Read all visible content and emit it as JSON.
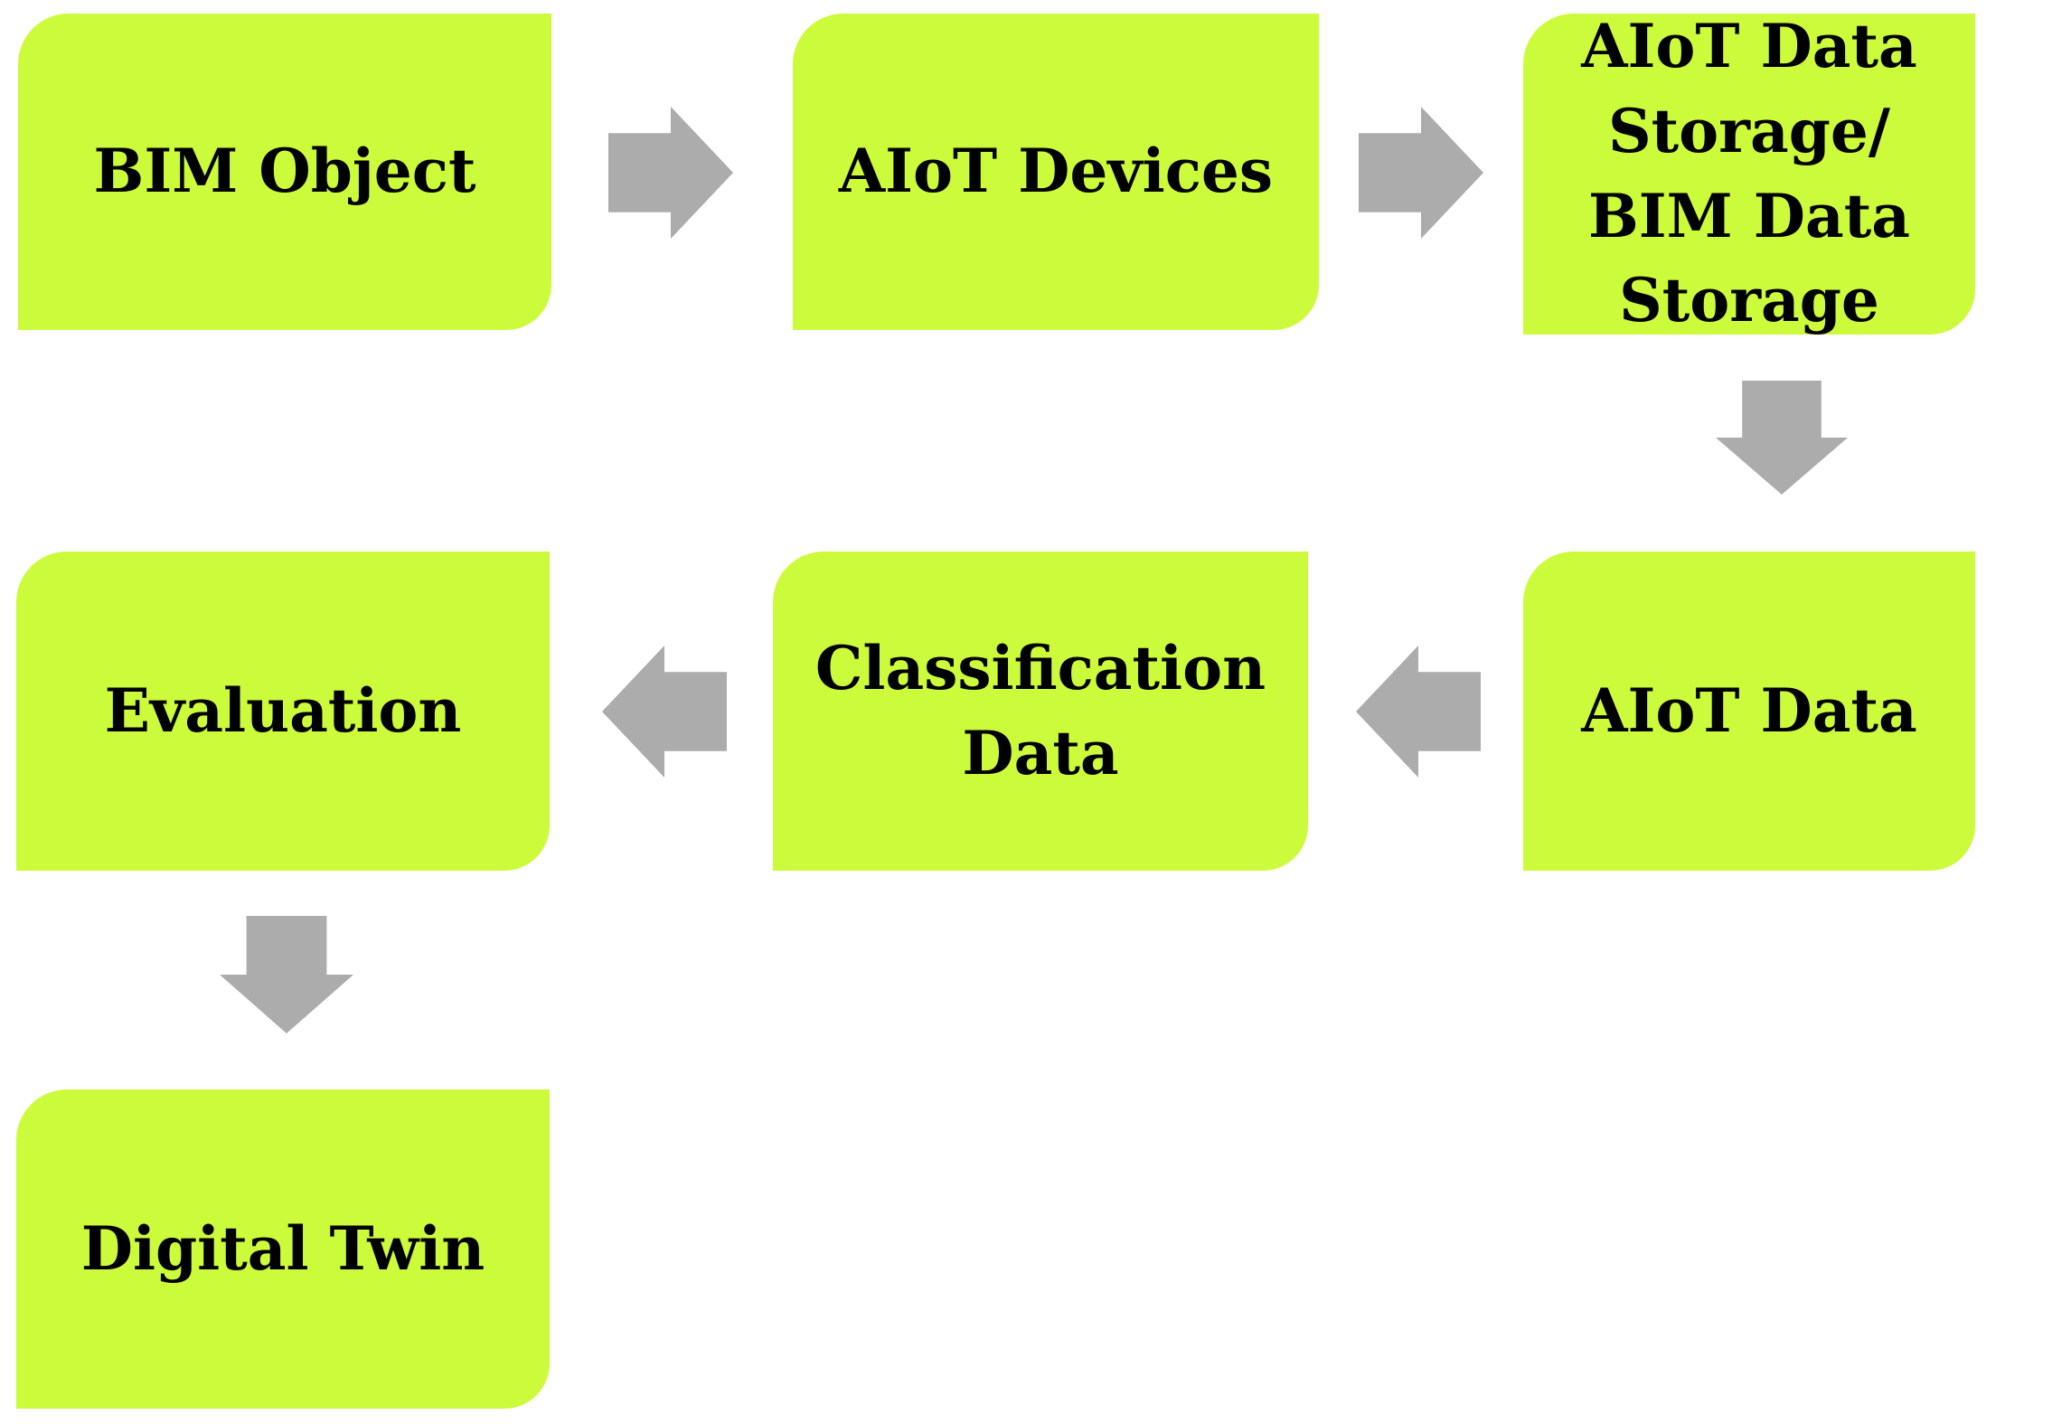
{
  "figure": {
    "type": "flowchart",
    "background": "#ffffff"
  },
  "colors": {
    "node_fill": "#ccfb3b",
    "node_corner_shadow": "#8f9d31",
    "arrow_fill": "#acacac",
    "text": "#000000"
  },
  "nodes": [
    {
      "id": "bim-object",
      "label": "BIM Object"
    },
    {
      "id": "aiot-devices",
      "label": "AIoT Devices"
    },
    {
      "id": "aiot-data-storage",
      "label": "AIoT Data Storage/ BIM Data Storage"
    },
    {
      "id": "aiot-data",
      "label": "AIoT Data"
    },
    {
      "id": "classification",
      "label": "Classification Data"
    },
    {
      "id": "evaluation",
      "label": "Evaluation"
    },
    {
      "id": "digital-twin",
      "label": "Digital Twin"
    }
  ],
  "arrows": [
    {
      "id": "arrow-1",
      "from": "bim-object",
      "to": "aiot-devices",
      "direction": "right"
    },
    {
      "id": "arrow-2",
      "from": "aiot-devices",
      "to": "aiot-data-storage",
      "direction": "right"
    },
    {
      "id": "arrow-3",
      "from": "aiot-data-storage",
      "to": "aiot-data",
      "direction": "down"
    },
    {
      "id": "arrow-4",
      "from": "aiot-data",
      "to": "classification",
      "direction": "left"
    },
    {
      "id": "arrow-5",
      "from": "classification",
      "to": "evaluation",
      "direction": "left"
    },
    {
      "id": "arrow-6",
      "from": "evaluation",
      "to": "digital-twin",
      "direction": "down"
    }
  ]
}
